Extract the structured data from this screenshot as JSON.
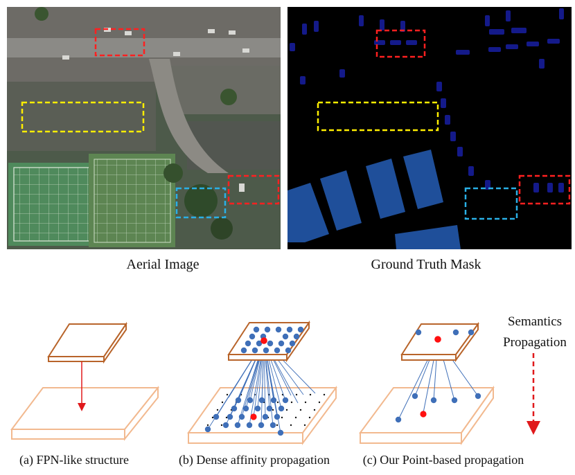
{
  "panels": {
    "aerial_caption": "Aerial Image",
    "mask_caption": "Ground Truth Mask"
  },
  "diagrams": {
    "fpn_caption": "(a) FPN-like structure",
    "dense_caption": "(b) Dense affinity propagation",
    "point_caption": "(c) Our Point-based propagation",
    "propagation_label_line1": "Semantics",
    "propagation_label_line2": "Propagation"
  },
  "colors": {
    "plane_top": "#b8642a",
    "plane_bottom": "#f2b98f",
    "point": "#3f6fb8",
    "focus_point": "#ff1010",
    "box_red": "#ff2020",
    "box_yellow": "#ffee00",
    "box_cyan": "#2ab0e6",
    "mask_bg": "#000000",
    "mask_car": "#141a8a",
    "mask_court": "#1f4f9a"
  },
  "icons": {
    "propagation_arrow": "dashed-down-arrow-icon"
  }
}
